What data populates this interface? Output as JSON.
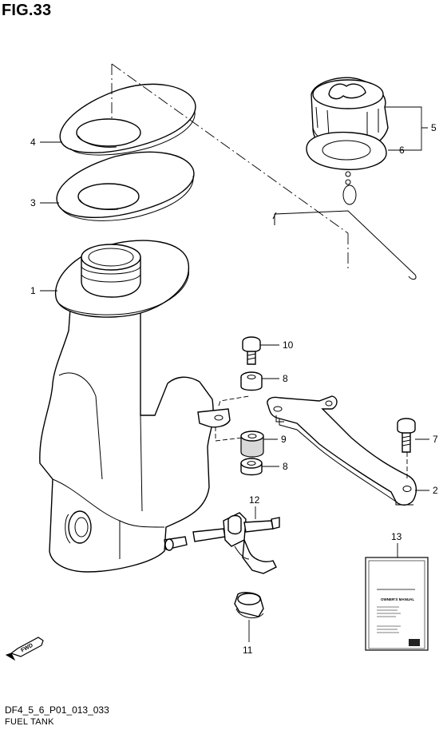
{
  "figure": {
    "title": "FIG.33",
    "code": "DF4_5_6_P01_013_033",
    "name": "FUEL TANK"
  },
  "callouts": {
    "c1": "1",
    "c2": "2",
    "c3": "3",
    "c4": "4",
    "c5": "5",
    "c6": "6",
    "c7": "7",
    "c8a": "8",
    "c8b": "8",
    "c9": "9",
    "c10": "10",
    "c11": "11",
    "c12": "12",
    "c13": "13"
  },
  "manual": {
    "heading": "OWNER'S MANUAL"
  },
  "fwd_label": "FWD",
  "icons": [
    "fwd-arrow-icon"
  ]
}
